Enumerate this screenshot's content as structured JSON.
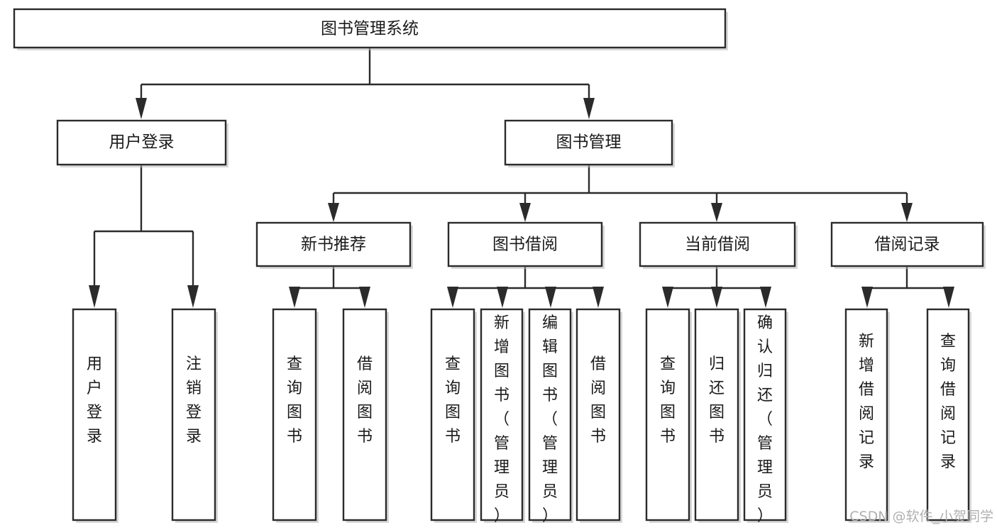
{
  "diagram": {
    "title": "图书管理系统",
    "type": "tree",
    "orientation": "top-down",
    "colors": {
      "box_fill": "#ffffff",
      "box_stroke": "#2b2b2b",
      "text": "#1a1a1a",
      "background": "#ffffff",
      "watermark": "#b0b0b0"
    },
    "root": {
      "id": "root",
      "label": "图书管理系统",
      "text_orientation": "horizontal"
    },
    "level2": [
      {
        "id": "user-login",
        "label": "用户登录",
        "text_orientation": "horizontal"
      },
      {
        "id": "book-management",
        "label": "图书管理",
        "text_orientation": "horizontal"
      }
    ],
    "level3": [
      {
        "id": "new-book-recommend",
        "label": "新书推荐",
        "text_orientation": "horizontal",
        "parent": "book-management"
      },
      {
        "id": "book-borrow",
        "label": "图书借阅",
        "text_orientation": "horizontal",
        "parent": "book-management"
      },
      {
        "id": "current-borrow",
        "label": "当前借阅",
        "text_orientation": "horizontal",
        "parent": "book-management"
      },
      {
        "id": "borrow-record",
        "label": "借阅记录",
        "text_orientation": "horizontal",
        "parent": "book-management"
      }
    ],
    "leaves": {
      "user_login": [
        {
          "id": "leaf-user-login",
          "label": "用户登录",
          "text_orientation": "vertical"
        },
        {
          "id": "leaf-logout",
          "label": "注销登录",
          "text_orientation": "vertical"
        }
      ],
      "new_book_recommend": [
        {
          "id": "leaf-query-book-1",
          "label": "查询图书",
          "text_orientation": "vertical"
        },
        {
          "id": "leaf-borrow-book-1",
          "label": "借阅图书",
          "text_orientation": "vertical"
        }
      ],
      "book_borrow": [
        {
          "id": "leaf-query-book-2",
          "label": "查询图书",
          "text_orientation": "vertical"
        },
        {
          "id": "leaf-add-book",
          "label": "新增图书（管理员）",
          "text_orientation": "vertical"
        },
        {
          "id": "leaf-edit-book",
          "label": "编辑图书（管理员）",
          "text_orientation": "vertical"
        },
        {
          "id": "leaf-borrow-book-2",
          "label": "借阅图书",
          "text_orientation": "vertical"
        }
      ],
      "current_borrow": [
        {
          "id": "leaf-query-book-3",
          "label": "查询图书",
          "text_orientation": "vertical"
        },
        {
          "id": "leaf-return-book",
          "label": "归还图书",
          "text_orientation": "vertical"
        },
        {
          "id": "leaf-confirm-return",
          "label": "确认归还（管理员）",
          "text_orientation": "vertical"
        }
      ],
      "borrow_record": [
        {
          "id": "leaf-add-record",
          "label": "新增借阅记录",
          "text_orientation": "vertical"
        },
        {
          "id": "leaf-query-record",
          "label": "查询借阅记录",
          "text_orientation": "vertical"
        }
      ]
    }
  },
  "watermark": {
    "text": "CSDN @软件_小贺同学"
  }
}
